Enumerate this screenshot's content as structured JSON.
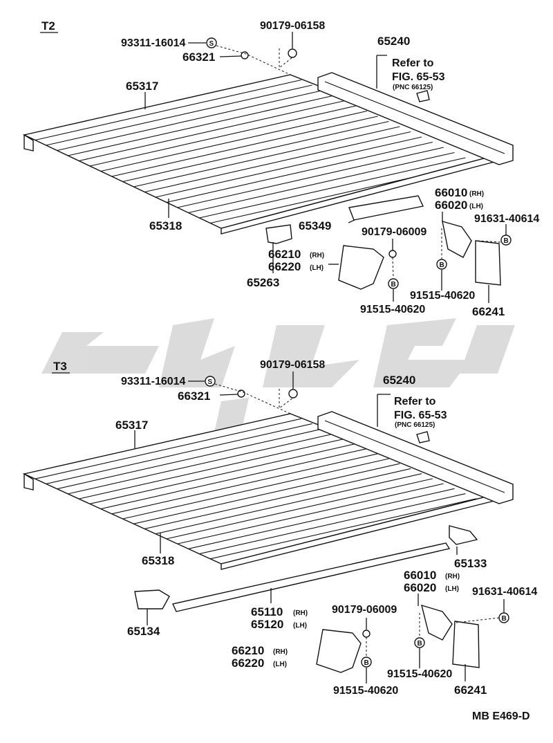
{
  "sections": [
    {
      "id": "T2",
      "title": "T2",
      "labels": {
        "p93311": "93311-16014",
        "p90179a": "90179-06158",
        "p66321": "66321",
        "p65240": "65240",
        "ref1": "Refer to",
        "ref2": "FIG. 65-53",
        "ref3": "(PNC 66125)",
        "p65317": "65317",
        "p65318": "65318",
        "p65349": "65349",
        "p65263": "65263",
        "p66010": "66010",
        "p66010s": "(RH)",
        "p66020": "66020",
        "p66020s": "(LH)",
        "p91631": "91631-40614",
        "p90179b": "90179-06009",
        "p66210": "66210",
        "p66210s": "(RH)",
        "p66220": "66220",
        "p66220s": "(LH)",
        "p91515a": "91515-40620",
        "p91515b": "91515-40620",
        "p66241": "66241"
      }
    },
    {
      "id": "T3",
      "title": "T3",
      "labels": {
        "p93311": "93311-16014",
        "p90179a": "90179-06158",
        "p66321": "66321",
        "p65240": "65240",
        "ref1": "Refer to",
        "ref2": "FIG. 65-53",
        "ref3": "(PNC 66125)",
        "p65317": "65317",
        "p65318": "65318",
        "p65133": "65133",
        "p65134": "65134",
        "p65110": "65110",
        "p65110s": "(RH)",
        "p65120": "65120",
        "p65120s": "(LH)",
        "p66010": "66010",
        "p66010s": "(RH)",
        "p66020": "66020",
        "p66020s": "(LH)",
        "p91631": "91631-40614",
        "p90179b": "90179-06009",
        "p66210": "66210",
        "p66210s": "(RH)",
        "p66220": "66220",
        "p66220s": "(LH)",
        "p91515a": "91515-40620",
        "p91515b": "91515-40620",
        "p66241": "66241"
      }
    }
  ],
  "symbols": {
    "s": "S",
    "b": "B"
  },
  "footer": "MB  E469-D",
  "colors": {
    "line": "#111111",
    "watermark": "#cfcfcf",
    "background": "#ffffff"
  }
}
